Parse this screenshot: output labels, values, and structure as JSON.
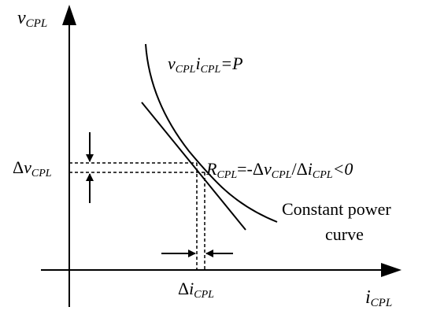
{
  "labels": {
    "y_axis": {
      "main": "v",
      "sub": "CPL"
    },
    "x_axis": {
      "main": "i",
      "sub": "CPL"
    },
    "curve_eq": {
      "v": "v",
      "v_sub": "CPL",
      "i": "i",
      "i_sub": "CPL",
      "rhs": "=P"
    },
    "delta_v": {
      "delta": "Δ",
      "v": "v",
      "sub": "CPL"
    },
    "delta_i": {
      "delta": "Δ",
      "i": "i",
      "sub": "CPL"
    },
    "resistance": {
      "r": "R",
      "r_sub": "CPL",
      "mid1": "=-Δ",
      "v": "v",
      "v_sub": "CPL",
      "mid2": "/Δ",
      "i": "i",
      "i_sub": "CPL",
      "tail": "<0"
    },
    "constant_power_line1": "Constant power",
    "constant_power_line2": "curve"
  },
  "colors": {
    "ink": "#000000",
    "background": "#ffffff"
  }
}
